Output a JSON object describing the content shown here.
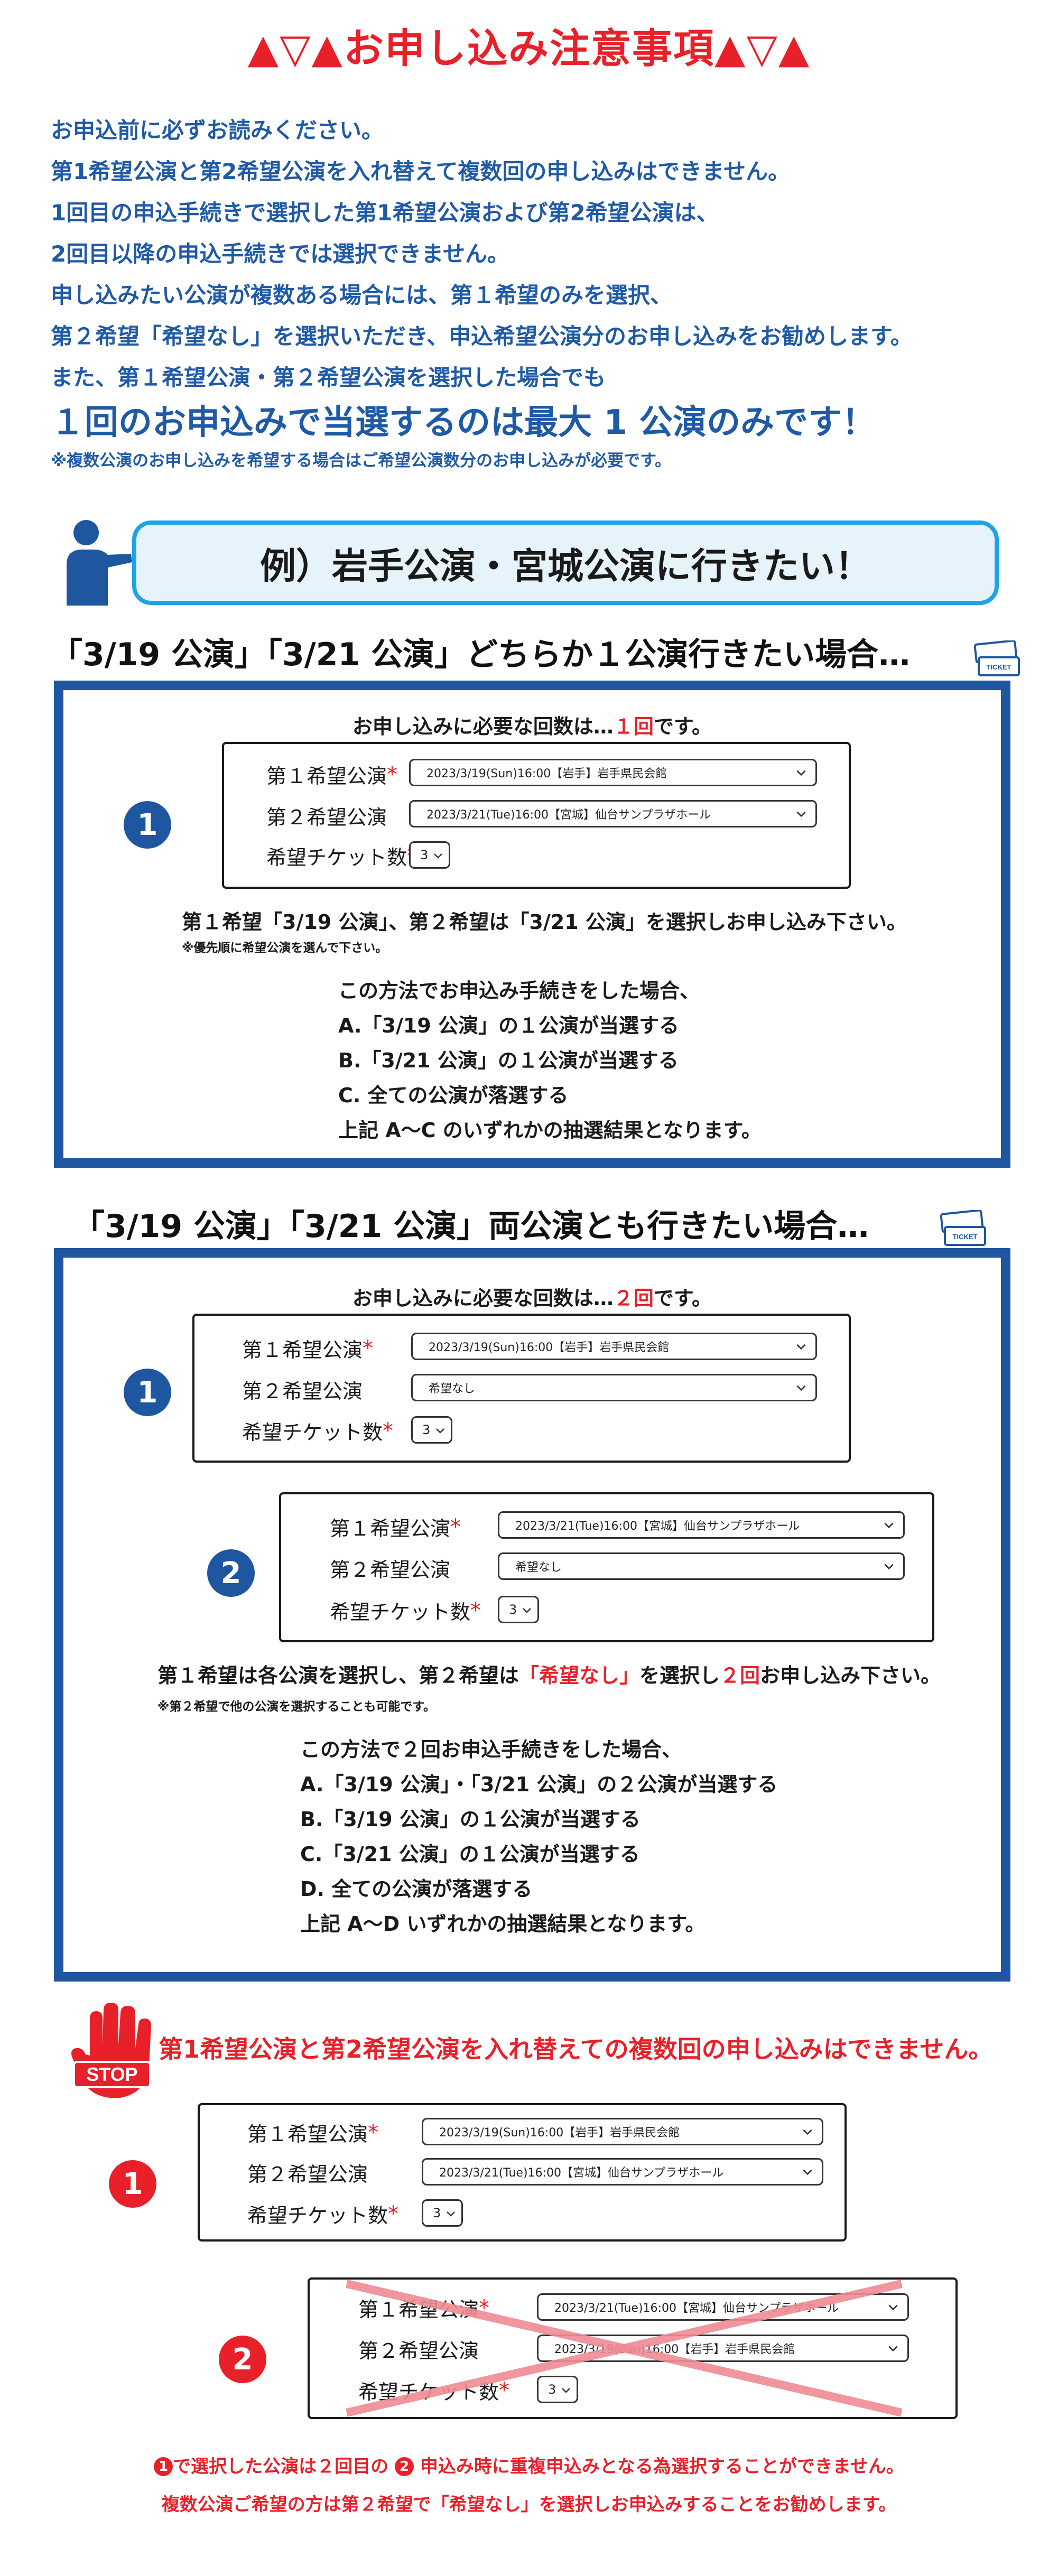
{
  "header": {
    "title": "▲▽▲お申し込み注意事項▲▽▲"
  },
  "intro": {
    "lines": [
      "お申込前に必ずお読みください。",
      "第1希望公演と第2希望公演を入れ替えて複数回の申し込みはできません。",
      "1回目の申込手続きで選択した第1希望公演および第2希望公演は、",
      "2回目以降の申込手続きでは選択できません。",
      "申し込みたい公演が複数ある場合には、第１希望のみを選択、",
      "第２希望「希望なし」を選択いただき、申込希望公演分のお申し込みをお勧めします。",
      "また、第１希望公演・第２希望公演を選択した場合でも"
    ],
    "big": "１回のお申込みで当選するのは最大 1 公演のみです！",
    "small": "※複数公演のお申し込みを希望する場合はご希望公演数分のお申し込みが必要です。"
  },
  "example": {
    "title": "例）岩手公演・宮城公演に行きたい！"
  },
  "labels": {
    "first": "第１希望公演",
    "second": "第２希望公演",
    "tickets": "希望チケット数",
    "required": "*",
    "ticket_icon_text": "TICKET"
  },
  "options": {
    "iwate": "2023/3/19(Sun)16:00【岩手】岩手県民会館",
    "miyagi": "2023/3/21(Tue)16:00【宮城】仙台サンプラザホール",
    "none": "希望なし",
    "count": "3"
  },
  "case1": {
    "title": "「3/19 公演」「3/21 公演」どちらか１公演行きたい場合…",
    "need_prefix": "お申し込みに必要な回数は…",
    "need_count": "１回",
    "need_suffix": "です。",
    "num1": "1",
    "instruction": "第１希望「3/19 公演」、第２希望は「3/21 公演」を選択しお申し込み下さい。",
    "note": "※優先順に希望公演を選んで下さい。",
    "results": [
      "この方法でお申込み手続きをした場合、",
      "A.「3/19 公演」の１公演が当選する",
      "B.「3/21 公演」の１公演が当選する",
      "C. 全ての公演が落選する",
      "上記 A〜C のいずれかの抽選結果となります。"
    ]
  },
  "case2": {
    "title": "「3/19 公演」「3/21 公演」両公演とも行きたい場合…",
    "need_prefix": "お申し込みに必要な回数は…",
    "need_count": "２回",
    "need_suffix": "です。",
    "num1": "1",
    "num2": "2",
    "instr_a": "第１希望は各公演を選択し、第２希望は",
    "instr_b": "「希望なし」",
    "instr_c": "を選択し",
    "instr_d": "２回",
    "instr_e": "お申し込み下さい。",
    "note": "※第２希望で他の公演を選択することも可能です。",
    "results": [
      "この方法で２回お申込手続きをした場合、",
      "A.「3/19 公演」・「3/21 公演」の２公演が当選する",
      "B.「3/19 公演」の１公演が当選する",
      "C.「3/21 公演」の１公演が当選する",
      "D. 全ての公演が落選する",
      "上記 A〜D いずれかの抽選結果となります。"
    ]
  },
  "stop": {
    "sign": "STOP",
    "title": "第1希望公演と第2希望公演を入れ替えての複数回の申し込みはできません。",
    "num1": "1",
    "num2": "2",
    "foot1_num": "1",
    "foot1_a": "で選択した公演は２回目の",
    "foot1_num2": "2",
    "foot1_b": "申込み時に重複申込みとなる為選択することができません。",
    "foot2": "複数公演ご希望の方は第２希望で「希望なし」を選択しお申込みすることをお勧めします。"
  },
  "colors": {
    "red": "#e8202a",
    "blue": "#1f56a0",
    "intro_blue": "#1f5aa6",
    "cyan": "#1fa3e6"
  }
}
